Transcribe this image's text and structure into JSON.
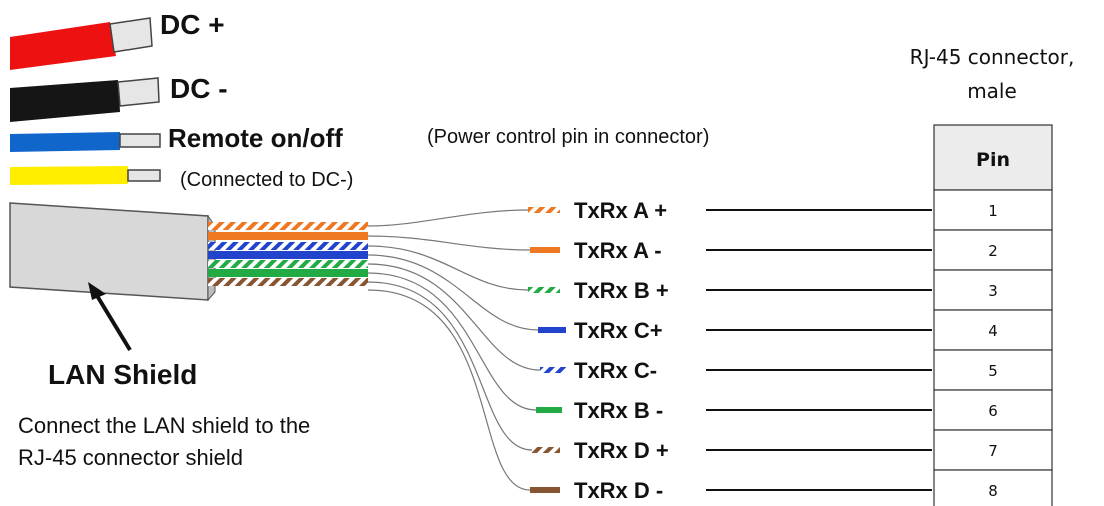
{
  "power_wires": [
    {
      "label": "DC +",
      "color": "#ee1111"
    },
    {
      "label": "DC -",
      "color": "#111111"
    },
    {
      "label": "Remote on/off",
      "note": "(Power control pin in connector)",
      "color": "#1166cc"
    },
    {
      "label": "",
      "note": "(Connected to DC-)",
      "color": "#ffee00"
    }
  ],
  "cable": {
    "shield_label": "LAN Shield",
    "instruction_line1": "Connect the LAN shield to the",
    "instruction_line2": "RJ-45 connector shield"
  },
  "signal_wires": [
    {
      "label": "TxRx A +",
      "pin": "1",
      "color": "#ee7722",
      "striped": true
    },
    {
      "label": "TxRx A -",
      "pin": "2",
      "color": "#ee7722",
      "striped": false
    },
    {
      "label": "TxRx B +",
      "pin": "3",
      "color": "#22aa44",
      "striped": true
    },
    {
      "label": "TxRx C+",
      "pin": "4",
      "color": "#2244cc",
      "striped": false
    },
    {
      "label": "TxRx C-",
      "pin": "5",
      "color": "#2244cc",
      "striped": true
    },
    {
      "label": "TxRx B -",
      "pin": "6",
      "color": "#22aa44",
      "striped": false
    },
    {
      "label": "TxRx D +",
      "pin": "7",
      "color": "#885533",
      "striped": true
    },
    {
      "label": "TxRx D -",
      "pin": "8",
      "color": "#885533",
      "striped": false
    }
  ],
  "connector": {
    "title_line1": "RJ-45 connector,",
    "title_line2": "male",
    "pin_header": "Pin"
  }
}
